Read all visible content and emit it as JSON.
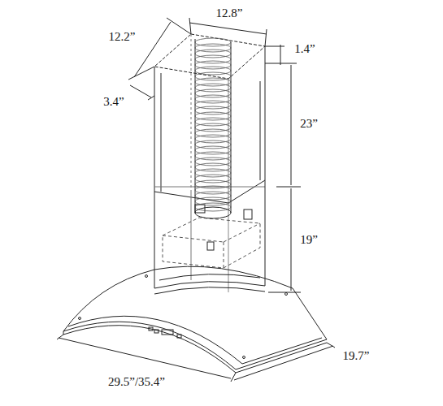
{
  "diagram": {
    "labels": [
      "12.8”",
      "12.2”",
      "1.4”",
      "3.4”",
      "23”",
      "19”",
      "29.5”/35.4”",
      "19.7”"
    ]
  }
}
